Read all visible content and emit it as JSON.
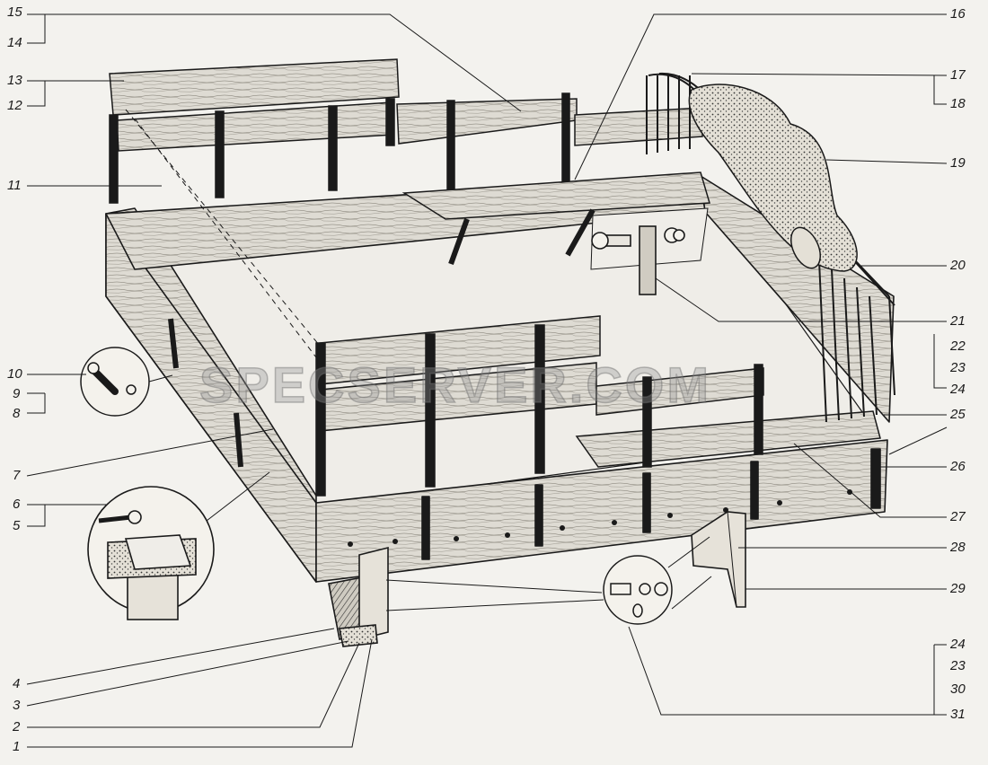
{
  "watermark": "SPECSERVER.COM",
  "callouts": {
    "l15": "15",
    "l14": "14",
    "l13": "13",
    "l12": "12",
    "l11": "11",
    "l10": "10",
    "l9": "9",
    "l8": "8",
    "l7": "7",
    "l6": "6",
    "l5": "5",
    "l4": "4",
    "l3": "3",
    "l2": "2",
    "l1": "1",
    "r16": "16",
    "r17": "17",
    "r18": "18",
    "r19": "19",
    "r20": "20",
    "r21": "21",
    "r22": "22",
    "r23": "23",
    "r24": "24",
    "r25": "25",
    "r26": "26",
    "r27": "27",
    "r28": "28",
    "r29": "29",
    "b24": "24",
    "b23": "23",
    "b30": "30",
    "b31": "31"
  },
  "colors": {
    "ink": "#1a1a1a",
    "paper": "#f3f2ee",
    "wood": "#dedbd3",
    "tarp": "#c9c4b8"
  }
}
